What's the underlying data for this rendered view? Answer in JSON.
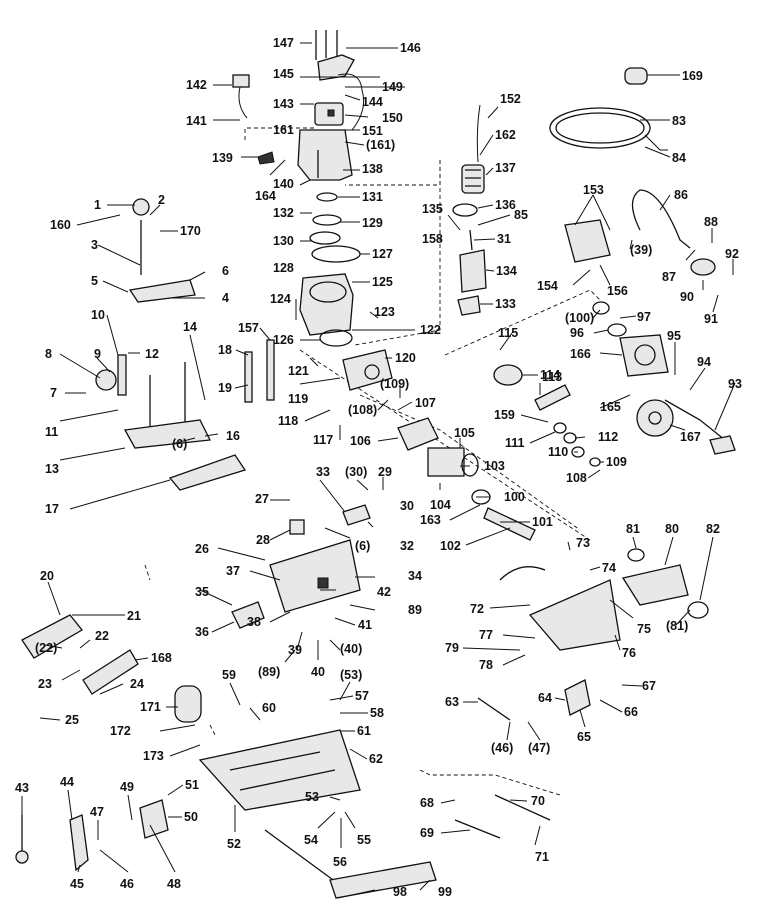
{
  "labels": [
    "147",
    "146",
    "145",
    "149",
    "144",
    "142",
    "143",
    "150",
    "141",
    "161",
    "151",
    "(161)",
    "139",
    "164",
    "140",
    "138",
    "132",
    "131",
    "130",
    "129",
    "128",
    "127",
    "125",
    "124",
    "123",
    "126",
    "122",
    "121",
    "120",
    "119",
    "118",
    "117",
    "(108)",
    "(109)",
    "107",
    "106",
    "105",
    "103",
    "104",
    "100",
    "163",
    "101",
    "102",
    "33",
    "(30)",
    "29",
    "30",
    "32",
    "(6)",
    "27",
    "28",
    "26",
    "37",
    "34",
    "42",
    "35",
    "89",
    "36",
    "38",
    "39",
    "(89)",
    "40",
    "41",
    "(40)",
    "1",
    "2",
    "160",
    "170",
    "3",
    "5",
    "6",
    "4",
    "10",
    "14",
    "8",
    "9",
    "12",
    "7",
    "11",
    "(6)",
    "16",
    "13",
    "17",
    "157",
    "18",
    "19",
    "20",
    "21",
    "22",
    "(22)",
    "23",
    "168",
    "24",
    "25",
    "171",
    "172",
    "173",
    "59",
    "60",
    "(53)",
    "57",
    "58",
    "61",
    "62",
    "43",
    "44",
    "47",
    "45",
    "46",
    "49",
    "51",
    "50",
    "48",
    "52",
    "53",
    "54",
    "55",
    "56",
    "98",
    "99",
    "68",
    "69",
    "70",
    "71",
    "152",
    "162",
    "137",
    "136",
    "85",
    "135",
    "158",
    "31",
    "134",
    "133",
    "115",
    "114",
    "113",
    "165",
    "159",
    "111",
    "112",
    "110",
    "109",
    "108",
    "153",
    "154",
    "156",
    "(39)",
    "86",
    "87",
    "88",
    "92",
    "90",
    "91",
    "(100)",
    "97",
    "96",
    "166",
    "95",
    "94",
    "93",
    "167",
    "169",
    "83",
    "84",
    "81",
    "80",
    "82",
    "(81)",
    "72",
    "73",
    "74",
    "75",
    "76",
    "77",
    "78",
    "79",
    "63",
    "64",
    "65",
    "66",
    "67",
    "(46)",
    "(47)"
  ]
}
